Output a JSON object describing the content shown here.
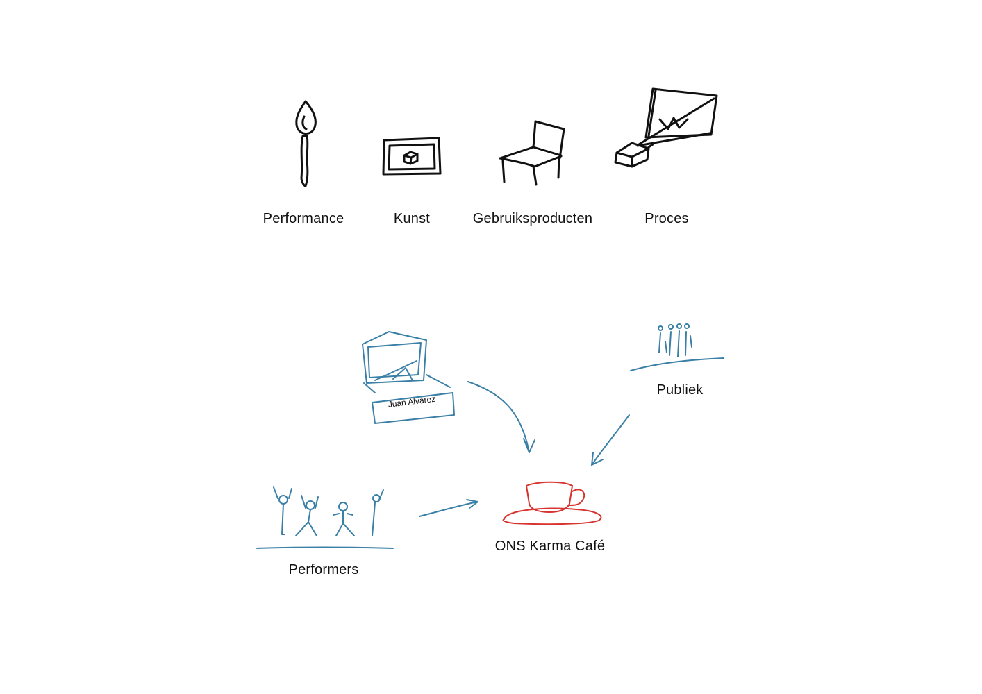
{
  "categories": {
    "performance": "Performance",
    "kunst": "Kunst",
    "gebruiksproducten": "Gebruiksproducten",
    "proces": "Proces"
  },
  "flow": {
    "artist_name": "Juan Alvarez",
    "publiek": "Publiek",
    "performers": "Performers",
    "cafe": "ONS Karma Café"
  },
  "colors": {
    "ink": "#111111",
    "sketch_blue": "#3a7fa6",
    "cafe_red": "#d9332f"
  },
  "icons": {
    "performance": "match-flame-icon",
    "kunst": "framed-painting-icon",
    "gebruiksproducten": "chair-icon",
    "proces": "projector-icon",
    "artist": "laptop-icon",
    "publiek": "audience-icon",
    "performers": "dancers-icon",
    "cafe": "coffee-cup-icon"
  }
}
